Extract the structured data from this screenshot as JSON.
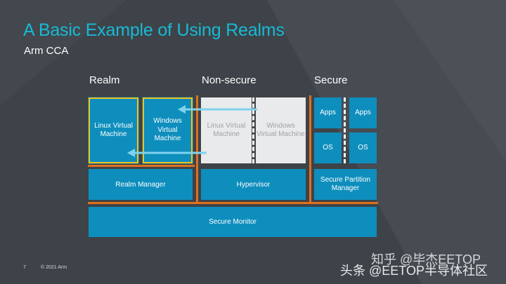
{
  "slide": {
    "title": "A Basic Example of Using Realms",
    "subtitle": "Arm CCA",
    "columns": {
      "realm": "Realm",
      "nonsecure": "Non-secure",
      "secure": "Secure"
    },
    "boxes": {
      "realm_linux_vm": "Linux Virtual Machine",
      "realm_windows_vm": "Windows Virtual Machine",
      "ns_linux_vm": "Linux Virtual Machine",
      "ns_windows_vm": "Windows Virtual Machine",
      "secure_apps_1": "Apps",
      "secure_apps_2": "Apps",
      "secure_os_1": "OS",
      "secure_os_2": "OS",
      "realm_manager": "Realm Manager",
      "hypervisor": "Hypervisor",
      "secure_partition_manager": "Secure Partition Manager",
      "secure_monitor": "Secure Monitor"
    },
    "footer": {
      "page_number": "7",
      "copyright": "© 2021 Arm"
    },
    "watermark": {
      "line1": "知乎 @毕杰EETOP",
      "line2": "头条 @EETOP半导体社区"
    }
  },
  "colors": {
    "background": "#3d4348",
    "title": "#19b9d6",
    "box_blue": "#0e8ebd",
    "box_grey": "#e9eaeb",
    "highlight_yellow": "#f2c11e",
    "separator_orange": "#e0701f",
    "arrow": "#7fd3ee"
  }
}
